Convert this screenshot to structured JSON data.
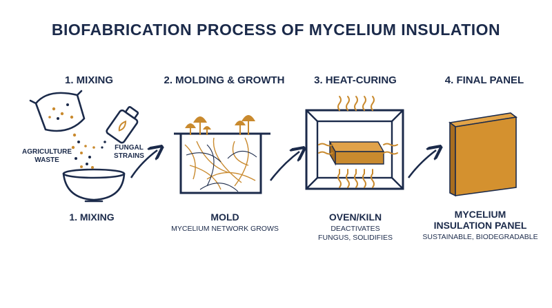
{
  "title": "BIOFABRICATION PROCESS OF MYCELIUM INSULATION",
  "steps": [
    {
      "heading": "1. MIXING",
      "caption": "1. MIXING",
      "description": ""
    },
    {
      "heading": "2. MOLDING & GROWTH",
      "caption": "MOLD",
      "description": "MYCELIUM NETWORK GROWS"
    },
    {
      "heading": "3. HEAT-CURING",
      "caption": "OVEN/KILN",
      "description": "DEACTIVATES FUNGUS, SOLIDIFIES"
    },
    {
      "heading": "4. FINAL PANEL",
      "caption": "MYCELIUM INSULATION PANEL",
      "description": "SUSTAINABLE, BIODEGRADABLE"
    }
  ],
  "ingredients": {
    "agriculture_waste": "AGRICULTURE WASTE",
    "fungal_strains": "FUNGAL STRAINS"
  },
  "colors": {
    "navy": "#1b2a4a",
    "amber": "#c98a2e",
    "panel": "#d4912f"
  }
}
